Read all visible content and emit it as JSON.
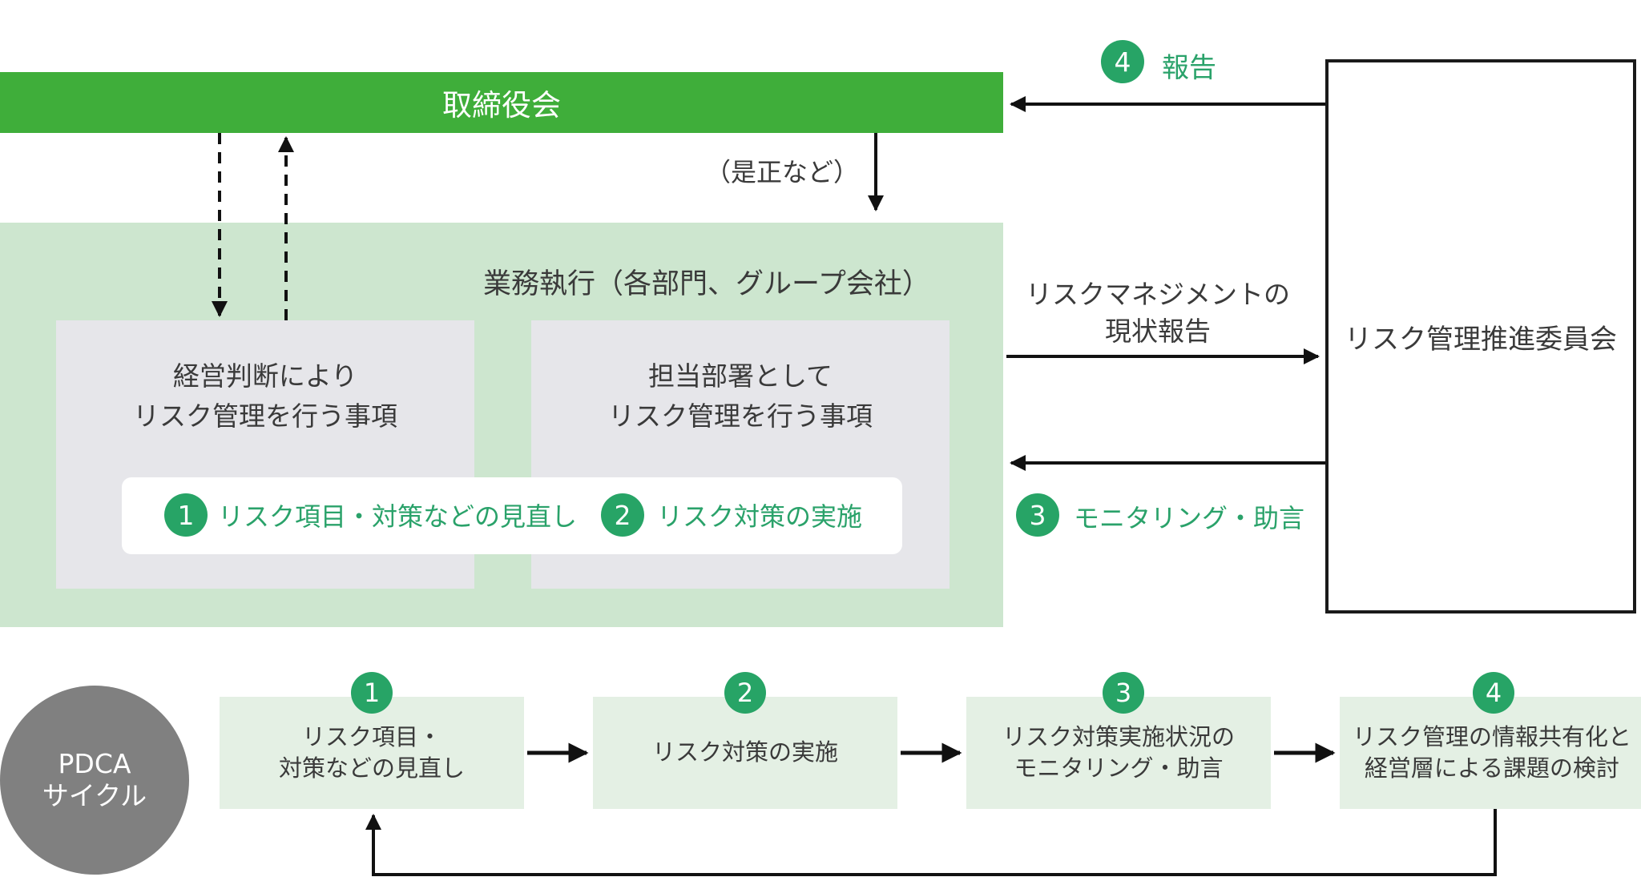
{
  "board": {
    "label": "取締役会"
  },
  "correction": {
    "label": "（是正など）"
  },
  "report": {
    "num": "4",
    "label": "報告"
  },
  "execution": {
    "label": "業務執行（各部門、グループ会社）"
  },
  "box_management": {
    "line1": "経営判断により",
    "line2": "リスク管理を行う事項"
  },
  "box_department": {
    "line1": "担当部署として",
    "line2": "リスク管理を行う事項"
  },
  "inner_pill": {
    "item1": {
      "num": "1",
      "label": "リスク項目・対策などの見直し"
    },
    "item2": {
      "num": "2",
      "label": "リスク対策の実施"
    }
  },
  "status_report": {
    "line1": "リスクマネジメントの",
    "line2": "現状報告"
  },
  "monitoring": {
    "num": "3",
    "label": "モニタリング・助言"
  },
  "committee": {
    "label": "リスク管理推進委員会"
  },
  "pdca": {
    "line1": "PDCA",
    "line2": "サイクル"
  },
  "steps": [
    {
      "num": "1",
      "line1": "リスク項目・",
      "line2": "対策などの見直し"
    },
    {
      "num": "2",
      "line1": "リスク対策の実施",
      "line2": ""
    },
    {
      "num": "3",
      "line1": "リスク対策実施状況の",
      "line2": "モニタリング・助言"
    },
    {
      "num": "4",
      "line1": "リスク管理の情報共有化と",
      "line2": "経営層による課題の検討"
    }
  ],
  "colors": {
    "board_green": "#3fae3a",
    "execution_bg": "#cde6cf",
    "accent_green": "#27a466",
    "pdca_gray": "#808080"
  }
}
